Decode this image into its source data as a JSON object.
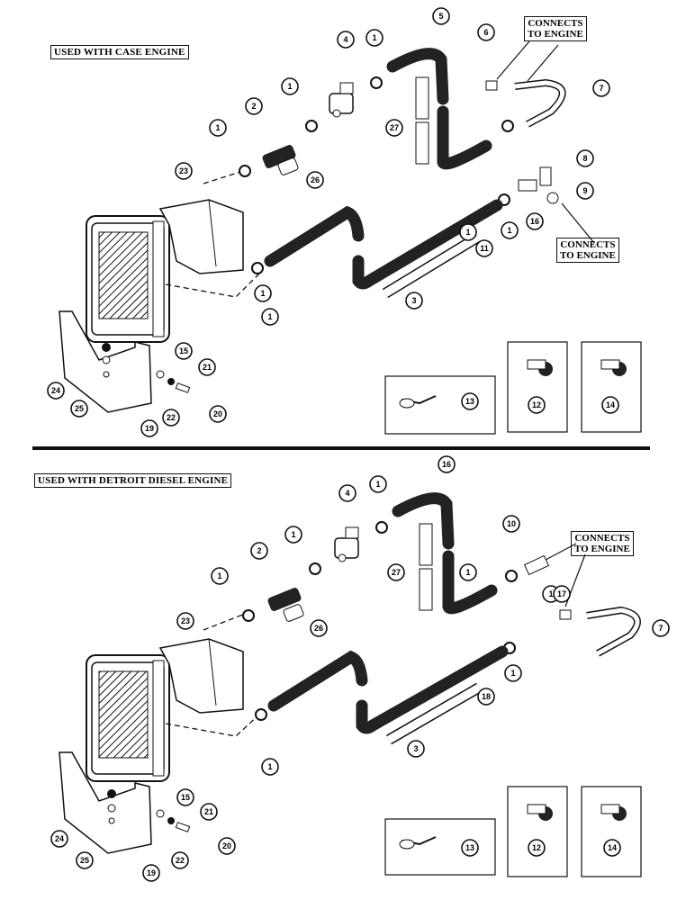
{
  "sections": [
    {
      "label": "USED WITH CASE ENGINE",
      "notes": [
        "CONNECTS\nTO ENGINE",
        "CONNECTS\nTO ENGINE"
      ],
      "callouts": [
        "1",
        "1",
        "1",
        "1",
        "1",
        "1",
        "1",
        "2",
        "3",
        "4",
        "5",
        "6",
        "7",
        "8",
        "9",
        "11",
        "12",
        "13",
        "14",
        "15",
        "16",
        "19",
        "20",
        "21",
        "22",
        "23",
        "24",
        "25",
        "26",
        "27"
      ]
    },
    {
      "label": "USED WITH DETROIT DIESEL ENGINE",
      "notes": [
        "CONNECTS\nTO ENGINE"
      ],
      "callouts": [
        "1",
        "1",
        "1",
        "1",
        "1",
        "1",
        "1",
        "2",
        "3",
        "4",
        "7",
        "10",
        "12",
        "13",
        "14",
        "15",
        "16",
        "17",
        "18",
        "19",
        "20",
        "21",
        "22",
        "23",
        "24",
        "25",
        "26",
        "27"
      ]
    }
  ]
}
